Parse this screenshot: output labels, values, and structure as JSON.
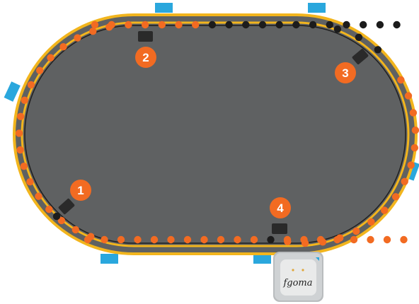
{
  "colors": {
    "track": "#5f6162",
    "rail": "#f2b51d",
    "inner_border": "#1f1f1f",
    "lamp_on": "#f26b22",
    "lamp_off": "#1c1c1c",
    "car": "#2a2a2a",
    "marker": "#f26b22",
    "tab": "#2aa7dd",
    "device_body": "#cfd2d4",
    "device_face": "#e9eaea"
  },
  "markers": [
    {
      "label": "1"
    },
    {
      "label": "2"
    },
    {
      "label": "3"
    },
    {
      "label": "4"
    }
  ],
  "logo": {
    "text": "fgoma",
    "icon": "device-icon"
  },
  "lamps": {
    "top_dark_count": 12,
    "top_orange_count": 7,
    "right_arc_dark_count": 3,
    "left_arc_orange_count": 18,
    "right_arc_orange_count": 15,
    "bottom_orange_count": 19,
    "bottom_dark_count": 1
  }
}
